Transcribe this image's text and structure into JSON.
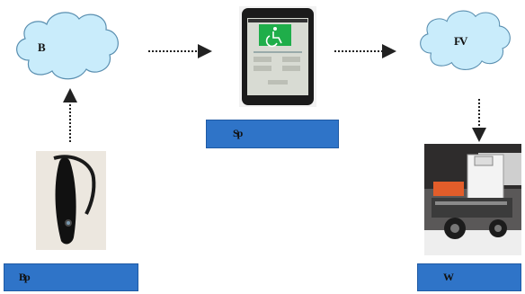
{
  "nodes": {
    "cloud_left": {
      "label": "B"
    },
    "cloud_right": {
      "label": "FV"
    },
    "box_middle": {
      "label": "Sp"
    },
    "box_left": {
      "label": "Bp"
    },
    "box_right": {
      "label": "W"
    }
  },
  "colors": {
    "box_fill": "#2f74c8",
    "cloud_fill": "#c9ecfb",
    "cloud_stroke": "#5a8fb0",
    "arrow": "#222222"
  }
}
